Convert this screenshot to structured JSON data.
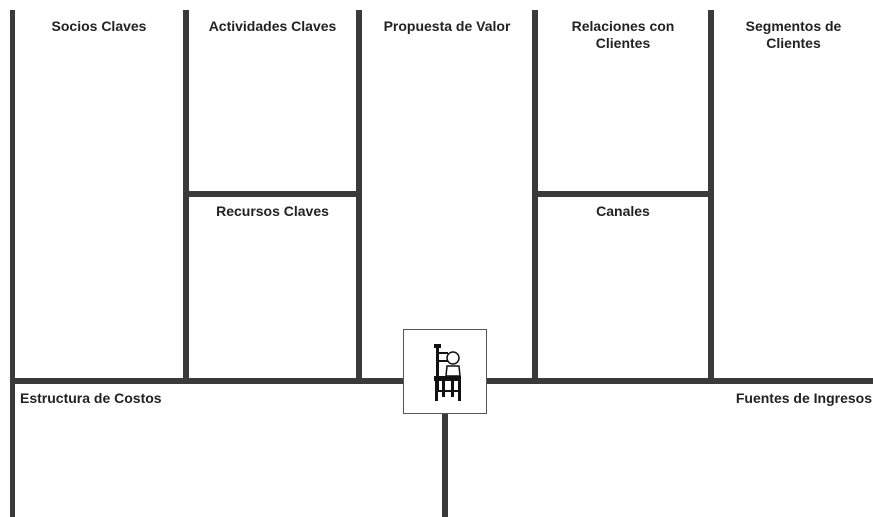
{
  "canvas": {
    "blocks": {
      "partners": "Socios Claves",
      "activities": "Actividades Claves",
      "resources": "Recursos Claves",
      "value_proposition": "Propuesta de Valor",
      "relationships": "Relaciones con\nClientes",
      "channels": "Canales",
      "segments": "Segmentos de\nClientes",
      "costs": "Estructura de Costos",
      "revenue": "Fuentes de Ingresos"
    },
    "emblem_icon": "chair-icon",
    "colors": {
      "lines": "#3a3a3a",
      "text": "#222222",
      "background": "#ffffff"
    }
  }
}
